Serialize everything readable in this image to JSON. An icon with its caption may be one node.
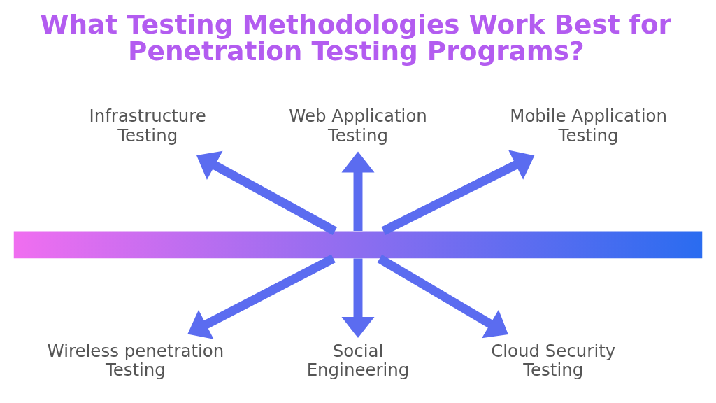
{
  "diagram": {
    "title": "What Testing Methodologies Work Best for Penetration Testing Programs?",
    "nodes": [
      {
        "text": [
          "Infrastructure Testing"
        ]
      },
      {
        "text": [
          "Web Application Testing"
        ]
      },
      {
        "text": [
          "Mobile Application Testing"
        ]
      },
      {
        "text": [],
        "shape": "bar"
      },
      {
        "text": [
          "Wireless penetration Testing"
        ]
      },
      {
        "text": [
          "Social Engineering"
        ]
      },
      {
        "text": [
          "Cloud Security Testing"
        ]
      }
    ],
    "edges": [
      {
        "from": 3,
        "to": 4,
        "arrow": "to"
      },
      {
        "from": 3,
        "to": 0,
        "arrow": "to"
      },
      {
        "from": 3,
        "to": 5,
        "arrow": "to"
      },
      {
        "from": 3,
        "to": 1,
        "arrow": "to"
      },
      {
        "from": 3,
        "to": 6,
        "arrow": "to"
      },
      {
        "from": 3,
        "to": 2,
        "arrow": "to"
      }
    ]
  }
}
